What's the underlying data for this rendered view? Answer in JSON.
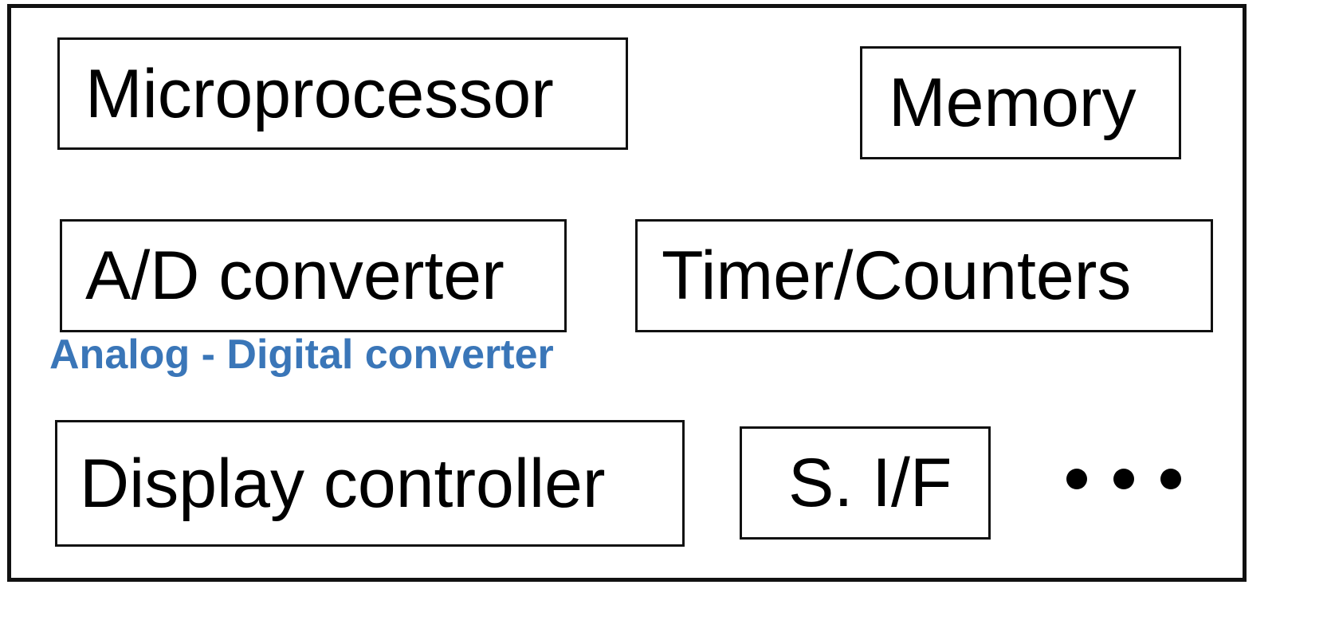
{
  "diagram": {
    "blocks": {
      "microprocessor": "Microprocessor",
      "memory": "Memory",
      "ad_converter": "A/D converter",
      "timer_counters": "Timer/Counters",
      "display_controller": "Display controller",
      "serial_interface": "S. I/F"
    },
    "annotation": "Analog - Digital converter",
    "annotation_color": "#3a76b8",
    "continuation_icon": "ellipsis-icon"
  }
}
